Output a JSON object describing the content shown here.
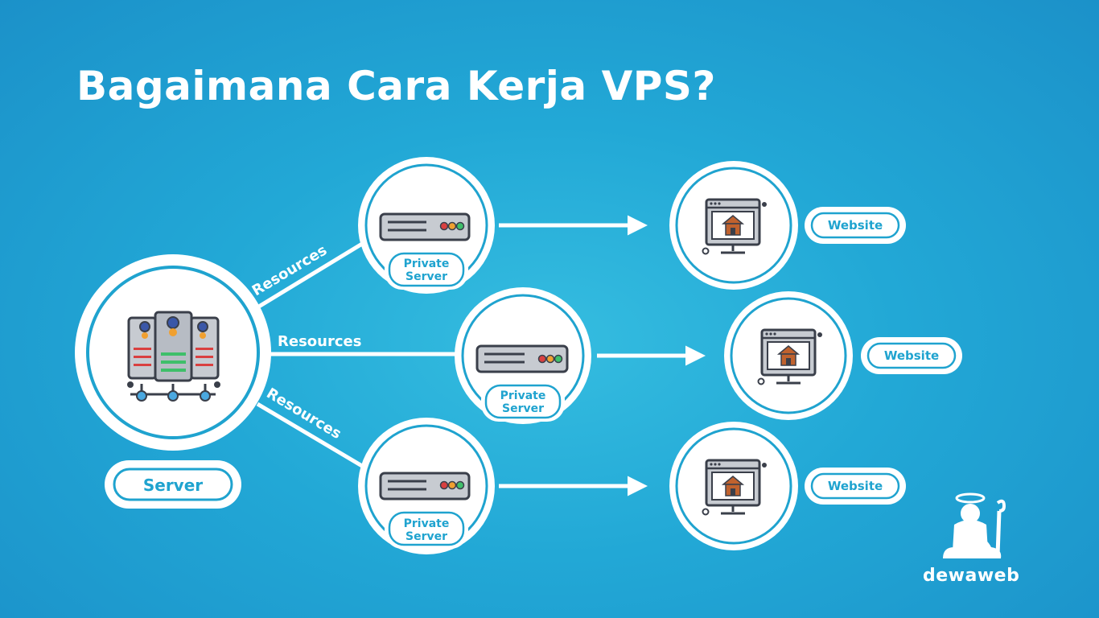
{
  "title": "Bagaimana Cara Kerja VPS?",
  "server_label": "Server",
  "resources_label": "Resources",
  "private_server_line1": "Private",
  "private_server_line2": "Server",
  "website_label": "Website",
  "brand": "dewaweb",
  "colors": {
    "background": "#22a8d6",
    "accent": "#1fa3cf",
    "white": "#ffffff",
    "outline": "#3a3f4a"
  },
  "icons": [
    "server-rack-icon",
    "private-server-icon",
    "website-monitor-icon",
    "home-icon",
    "angel-mascot-icon"
  ]
}
